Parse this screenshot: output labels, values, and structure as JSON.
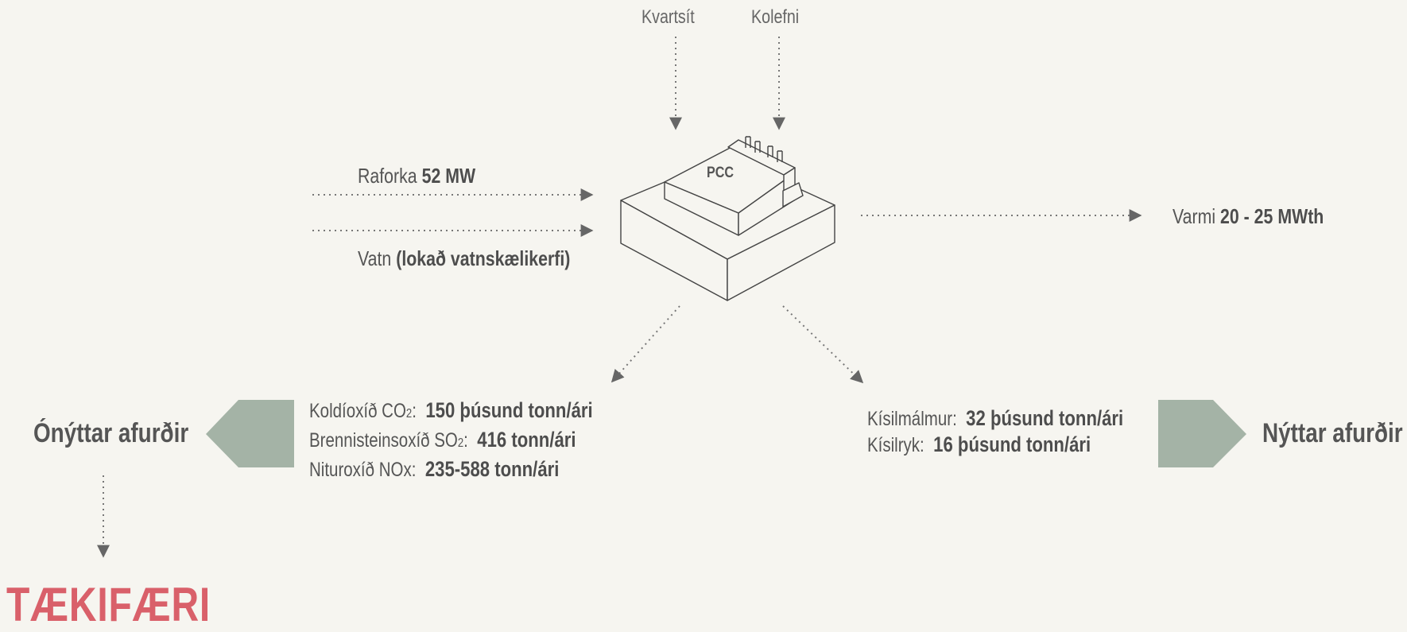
{
  "inputs": {
    "quartz": "Kvartsít",
    "carbon": "Kolefni",
    "power_label": "Raforka",
    "power_value": "52 MW",
    "water_label": "Vatn",
    "water_value": "(lokað vatnskælikerfi)"
  },
  "plant": {
    "label": "PCC"
  },
  "outputs": {
    "heat_label": "Varmi",
    "heat_value": "20 - 25 MWth",
    "unused_title": "Ónýttar afurðir",
    "used_title": "Nýttar afurðir",
    "unused_items": [
      {
        "name": "Koldíoxíð CO",
        "sub": "2",
        "suffix": ":",
        "value": "150 þúsund tonn/ári"
      },
      {
        "name": "Brennisteinsoxíð SO",
        "sub": "2",
        "suffix": ":",
        "value": "416 tonn/ári"
      },
      {
        "name": "Nituroxíð NOx:",
        "sub": "",
        "suffix": "",
        "value": "235-588 tonn/ári"
      }
    ],
    "used_items": [
      {
        "name": "Kísilmálmur:",
        "value": "32 þúsund tonn/ári"
      },
      {
        "name": "Kísilryk:",
        "value": "16 þúsund tonn/ári"
      }
    ]
  },
  "brand": "TÆKIFÆRI",
  "colors": {
    "background": "#f6f5f0",
    "arrow_block": "#a4b3a6",
    "brand": "#d9606a",
    "text": "#555555"
  }
}
